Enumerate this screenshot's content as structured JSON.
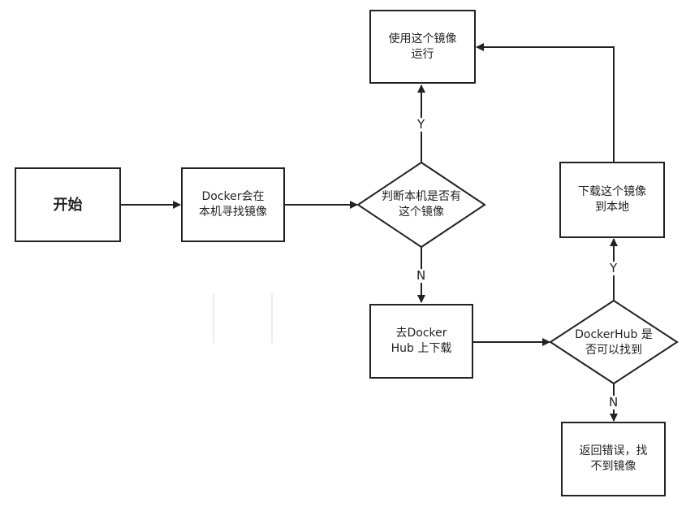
{
  "nodes": {
    "start": "开始",
    "local_search": "Docker会在\n本机寻找镜像",
    "has_local": "判断本机是否有\n这个镜像",
    "run_image": "使用这个镜像\n运行",
    "pull_hub": "去Docker\nHub 上下载",
    "hub_found": "DockerHub 是\n否可以找到",
    "download_local": "下载这个镜像\n到本地",
    "return_error": "返回错误，找\n不到镜像"
  },
  "edge_labels": {
    "has_local_yes": "Y",
    "has_local_no": "N",
    "hub_found_yes": "Y",
    "hub_found_no": "N"
  },
  "colors": {
    "stroke": "#222222",
    "background": "#ffffff"
  }
}
